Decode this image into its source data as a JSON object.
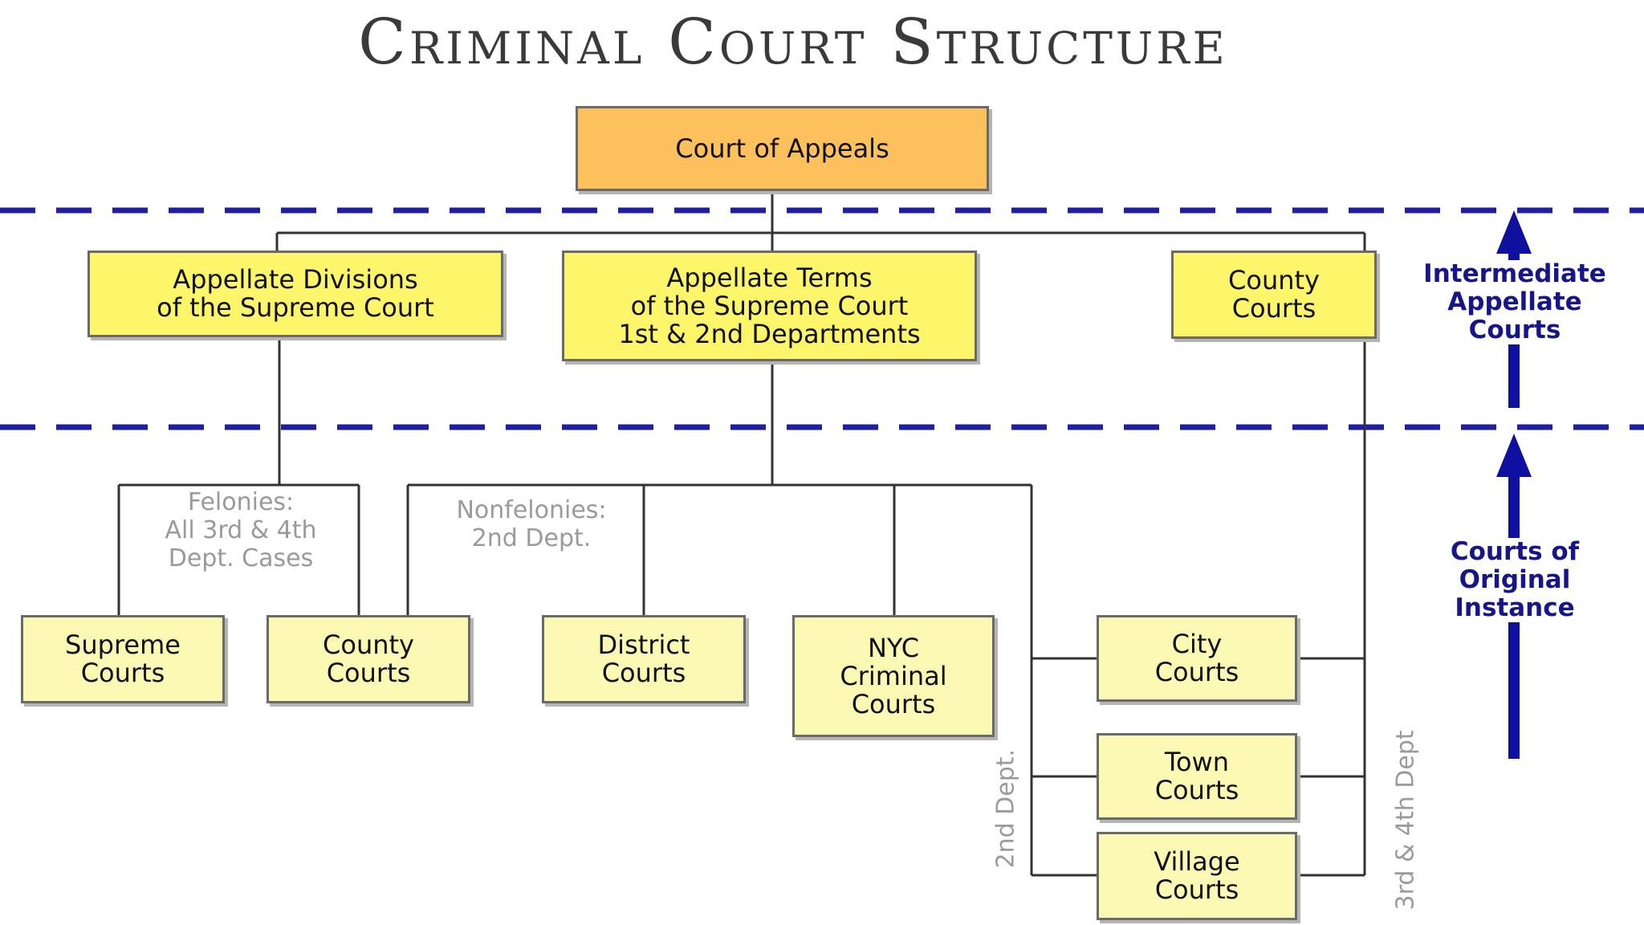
{
  "title": "Criminal Court Structure",
  "top": {
    "court_of_appeals": "Court of Appeals"
  },
  "intermediate": {
    "appellate_divisions": "Appellate Divisions\nof the Supreme Court",
    "appellate_terms": "Appellate Terms\nof the Supreme Court\n1st & 2nd Departments",
    "county_courts": "County\nCourts"
  },
  "original": {
    "supreme_courts": "Supreme\nCourts",
    "county_courts": "County\nCourts",
    "district_courts": "District\nCourts",
    "nyc_criminal_courts": "NYC\nCriminal\nCourts",
    "city_courts": "City\nCourts",
    "town_courts": "Town\nCourts",
    "village_courts": "Village\nCourts"
  },
  "notes": {
    "felonies": "Felonies:\nAll 3rd & 4th\nDept. Cases",
    "nonfelonies": "Nonfelonies:\n2nd Dept.",
    "second_dept": "2nd Dept.",
    "third_fourth_dept": "3rd & 4th Dept"
  },
  "side_labels": {
    "intermediate": "Intermediate\nAppellate\nCourts",
    "original": "Courts of\nOriginal\nInstance"
  },
  "colors": {
    "top_box": "#fcc05c",
    "middle_box": "#fdf66a",
    "bottom_box": "#fcf9b4",
    "dashed_line": "#1f1fa0",
    "arrow": "#1010a0"
  }
}
